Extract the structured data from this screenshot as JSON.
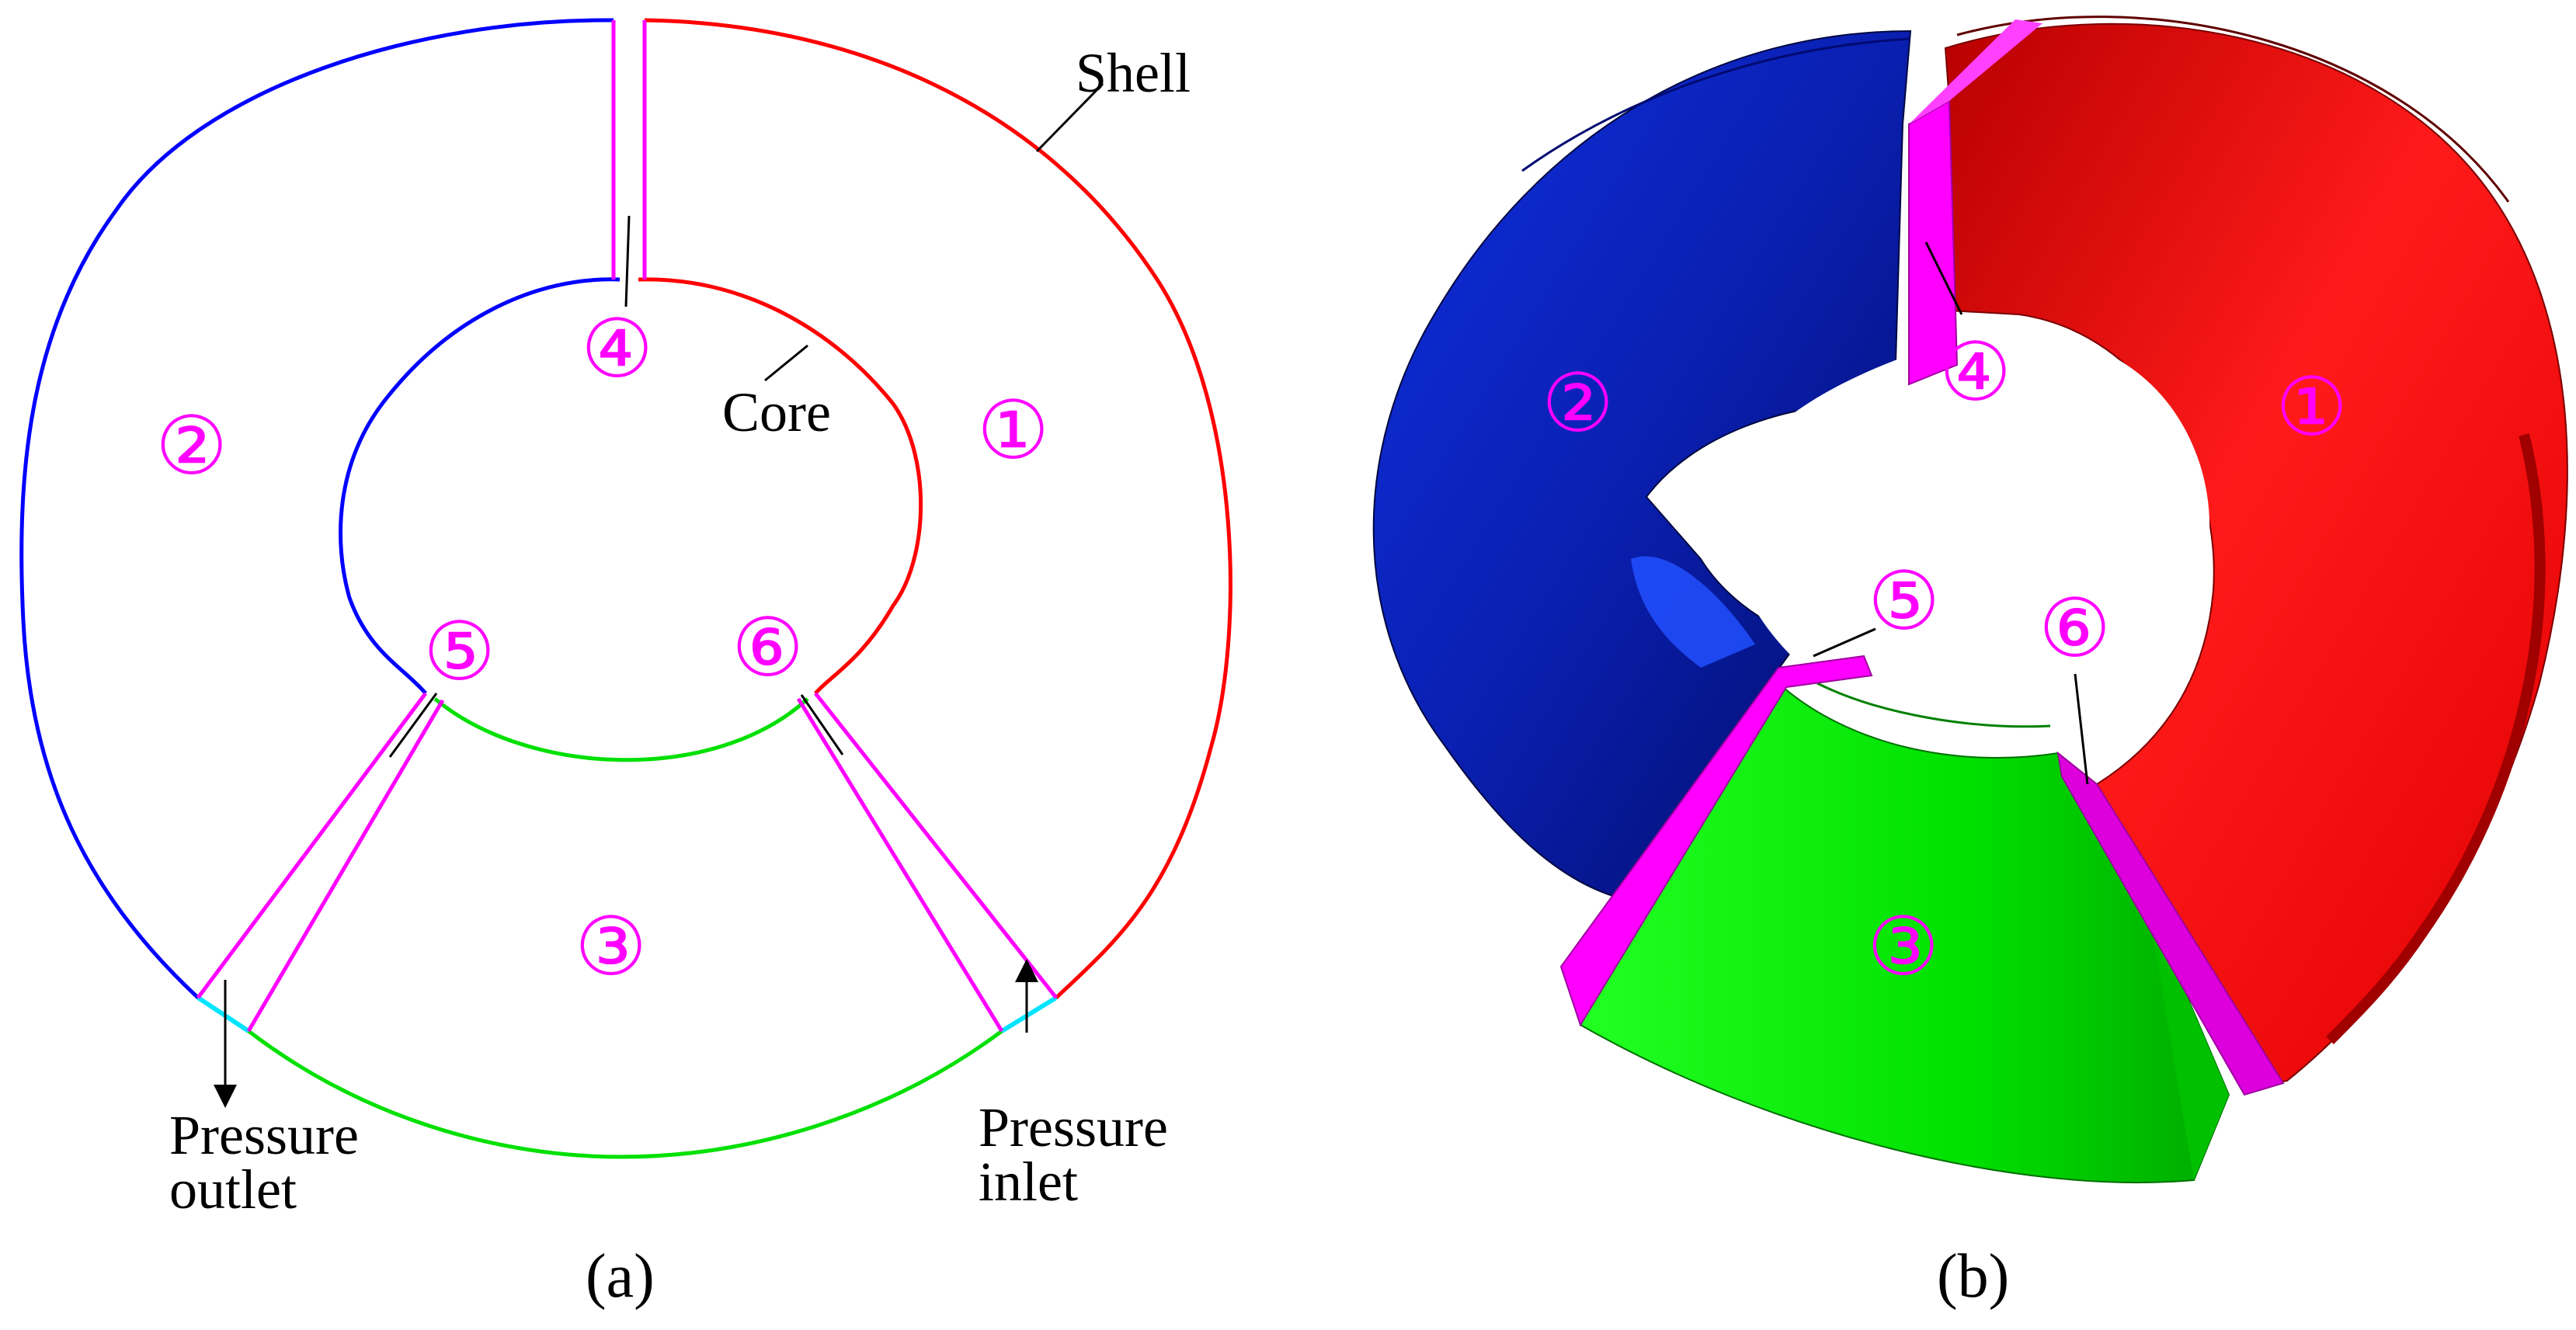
{
  "panel_a": {
    "caption": "(a)",
    "labels": {
      "shell": "Shell",
      "core": "Core",
      "pressure_outlet": [
        "Pressure",
        "outlet"
      ],
      "pressure_inlet": [
        "Pressure",
        "inlet"
      ]
    },
    "zones": {
      "z1": "①",
      "z2": "②",
      "z3": "③",
      "z4": "④",
      "z5": "⑤",
      "z6": "⑥"
    }
  },
  "panel_b": {
    "caption": "(b)",
    "zones": {
      "z1": "①",
      "z2": "②",
      "z3": "③",
      "z4": "④",
      "z5": "⑤",
      "z6": "⑥"
    }
  },
  "colors": {
    "zone1": "#ff0000",
    "zone2": "#0000ff",
    "zone3": "#00ff00",
    "interface": "#ff00ff",
    "boundary": "#00e5ff",
    "text": "#000000"
  }
}
